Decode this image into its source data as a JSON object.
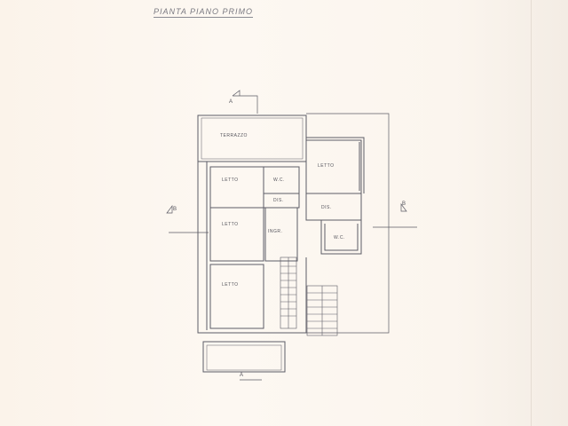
{
  "title": "PIANTA PIANO PRIMO",
  "rooms": {
    "terrazzo": "TERRAZZO",
    "letto_ne": "LETTO",
    "letto_n": "LETTO",
    "wc_1": "W.C.",
    "dis_1": "DIS.",
    "dis_2": "DIS.",
    "letto_w": "LETTO",
    "ingr": "INGR.",
    "wc_2": "W.C.",
    "letto_s": "LETTO"
  },
  "sections": {
    "a_top": "A",
    "a_bottom": "A",
    "b_left": "B",
    "b_right": "B"
  },
  "colors": {
    "line": "#5c5c66",
    "paper": "#fdf6ef"
  }
}
